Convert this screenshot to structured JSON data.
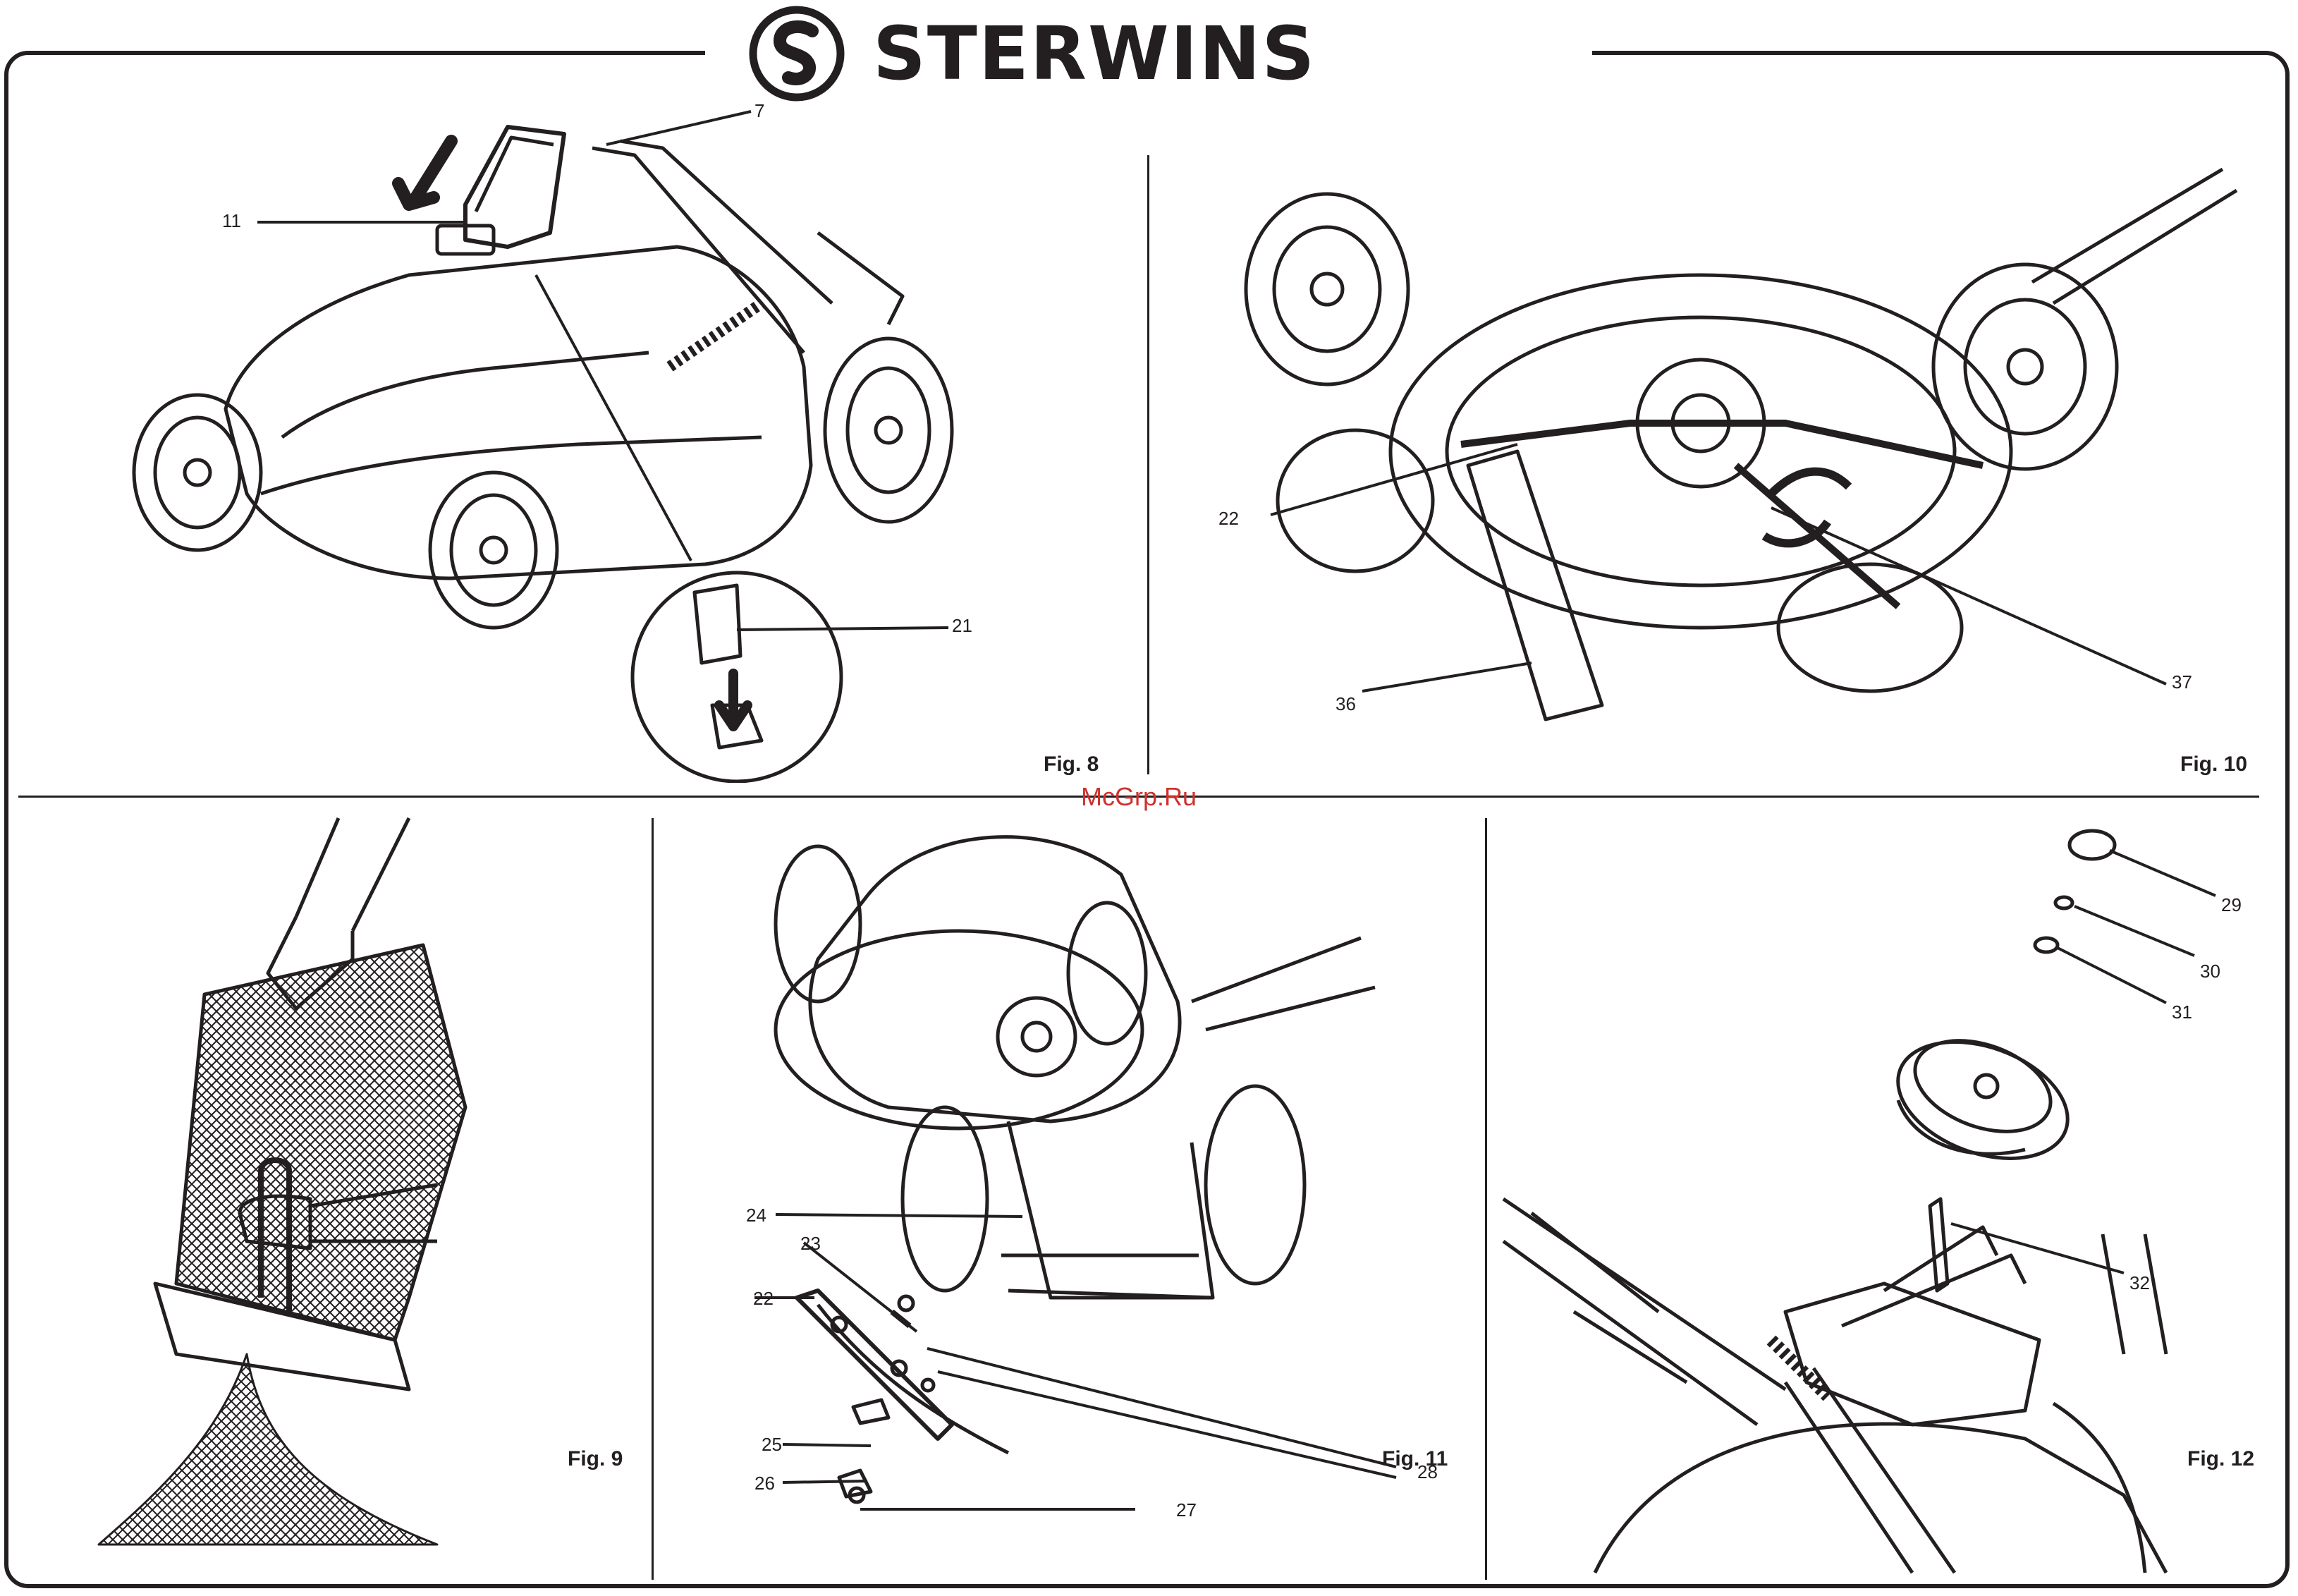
{
  "brand": {
    "name": "STERWINS",
    "icon": "sterwins-s-logo-icon"
  },
  "watermark": "McGrp.Ru",
  "figures": {
    "fig8": {
      "label": "Fig. 8",
      "callouts": [
        "7",
        "11",
        "21"
      ]
    },
    "fig10": {
      "label": "Fig. 10",
      "callouts": [
        "22",
        "36",
        "37"
      ]
    },
    "fig9": {
      "label": "Fig. 9",
      "callouts": []
    },
    "fig11": {
      "label": "Fig. 11",
      "callouts": [
        "24",
        "23",
        "22",
        "28",
        "25",
        "26",
        "27"
      ]
    },
    "fig12": {
      "label": "Fig. 12",
      "callouts": [
        "29",
        "30",
        "31",
        "32"
      ]
    }
  },
  "colors": {
    "ink": "#231f20",
    "watermark": "#d0312d",
    "background": "#ffffff"
  }
}
